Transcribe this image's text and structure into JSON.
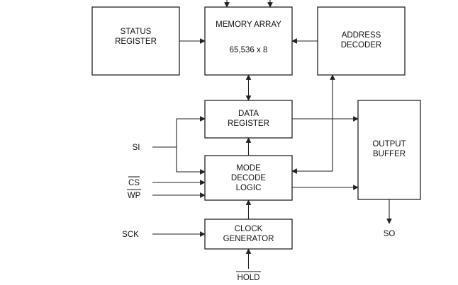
{
  "blocks": {
    "status_register": [
      "STATUS",
      "REGISTER"
    ],
    "memory_array": [
      "MEMORY ARRAY",
      "65,536 x 8"
    ],
    "address_decoder": [
      "ADDRESS",
      "DECODER"
    ],
    "data_register": [
      "DATA",
      "REGISTER"
    ],
    "output_buffer": [
      "OUTPUT",
      "BUFFER"
    ],
    "mode_decode_logic": [
      "MODE",
      "DECODE",
      "LOGIC"
    ],
    "clock_generator": [
      "CLOCK",
      "GENERATOR"
    ]
  },
  "signals": {
    "si": "SI",
    "cs": "CS",
    "wp": "WP",
    "sck": "SCK",
    "so": "SO",
    "hold": "HOLD"
  }
}
